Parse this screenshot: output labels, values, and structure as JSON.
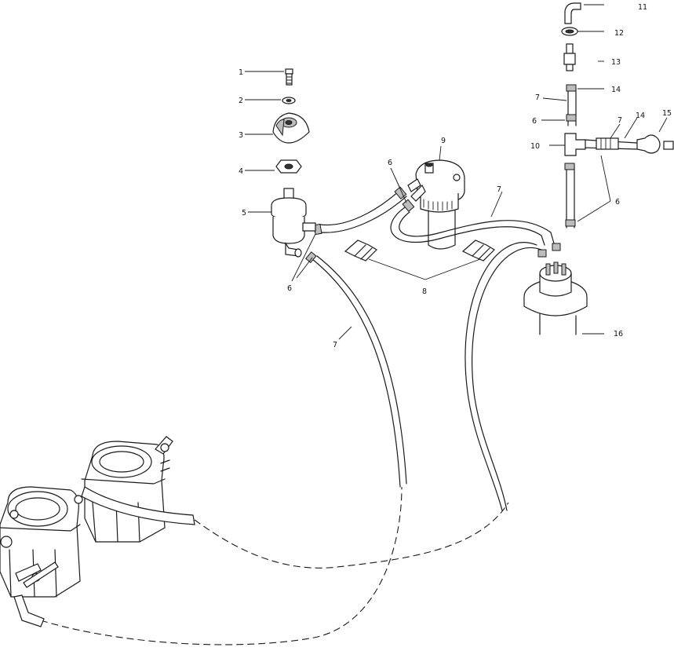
{
  "diagram": {
    "callouts": [
      {
        "id": "c1",
        "label": "1"
      },
      {
        "id": "c2",
        "label": "2"
      },
      {
        "id": "c3",
        "label": "3"
      },
      {
        "id": "c4",
        "label": "4"
      },
      {
        "id": "c5",
        "label": "5"
      },
      {
        "id": "c6a",
        "label": "6"
      },
      {
        "id": "c6b",
        "label": "6"
      },
      {
        "id": "c6c",
        "label": "6"
      },
      {
        "id": "c6d",
        "label": "6"
      },
      {
        "id": "c7a",
        "label": "7"
      },
      {
        "id": "c7b",
        "label": "7"
      },
      {
        "id": "c7c",
        "label": "7"
      },
      {
        "id": "c7d",
        "label": "7"
      },
      {
        "id": "c8",
        "label": "8"
      },
      {
        "id": "c9",
        "label": "9"
      },
      {
        "id": "c10",
        "label": "10"
      },
      {
        "id": "c11",
        "label": "11"
      },
      {
        "id": "c12",
        "label": "12"
      },
      {
        "id": "c13",
        "label": "13"
      },
      {
        "id": "c14a",
        "label": "14"
      },
      {
        "id": "c14b",
        "label": "14"
      },
      {
        "id": "c15",
        "label": "15"
      },
      {
        "id": "c16",
        "label": "16"
      }
    ]
  }
}
